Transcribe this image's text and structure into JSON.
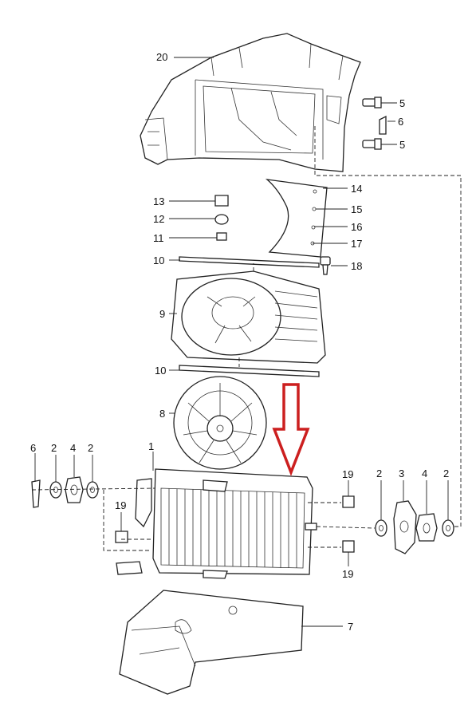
{
  "callouts": [
    {
      "id": "c20a",
      "text": "20"
    },
    {
      "id": "c5a",
      "text": "5"
    },
    {
      "id": "c6a",
      "text": "6"
    },
    {
      "id": "c5b",
      "text": "5"
    },
    {
      "id": "c14",
      "text": "14"
    },
    {
      "id": "c13",
      "text": "13"
    },
    {
      "id": "c15",
      "text": "15"
    },
    {
      "id": "c12",
      "text": "12"
    },
    {
      "id": "c16",
      "text": "16"
    },
    {
      "id": "c11",
      "text": "11"
    },
    {
      "id": "c17",
      "text": "17"
    },
    {
      "id": "c10a",
      "text": "10"
    },
    {
      "id": "c18",
      "text": "18"
    },
    {
      "id": "c9",
      "text": "9"
    },
    {
      "id": "c10b",
      "text": "10"
    },
    {
      "id": "c8",
      "text": "8"
    },
    {
      "id": "c1",
      "text": "1"
    },
    {
      "id": "c6b",
      "text": "6"
    },
    {
      "id": "c2a",
      "text": "2"
    },
    {
      "id": "c4a",
      "text": "4"
    },
    {
      "id": "c2b",
      "text": "2"
    },
    {
      "id": "c19a",
      "text": "19"
    },
    {
      "id": "c19b",
      "text": "19"
    },
    {
      "id": "c19c",
      "text": "19"
    },
    {
      "id": "c2c",
      "text": "2"
    },
    {
      "id": "c3",
      "text": "3"
    },
    {
      "id": "c4b",
      "text": "4"
    },
    {
      "id": "c2d",
      "text": "2"
    },
    {
      "id": "c7",
      "text": "7"
    }
  ],
  "colors": {
    "line": "#222222",
    "arrow": "#cc1f1f",
    "background": "#ffffff"
  }
}
